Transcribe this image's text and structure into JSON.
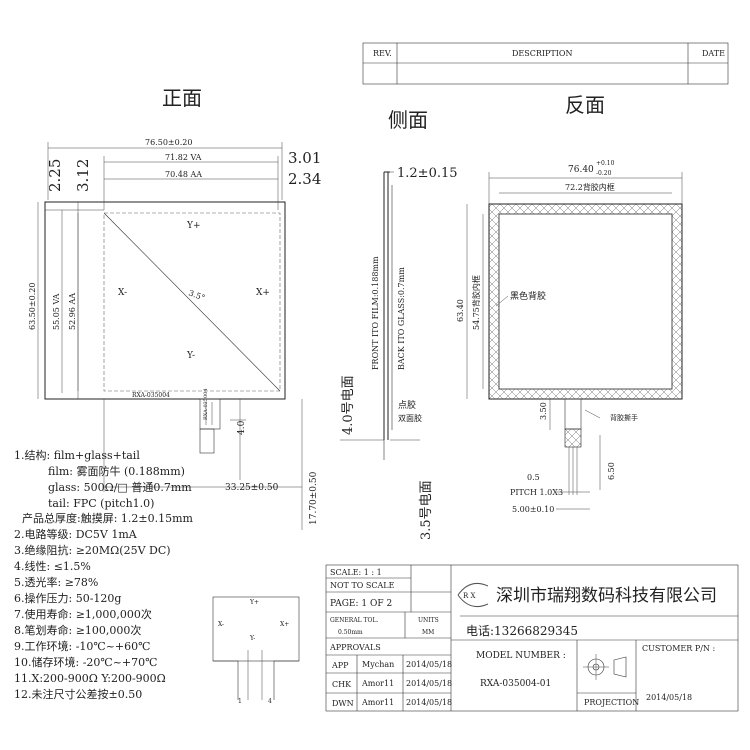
{
  "rev_block": {
    "rev": "REV.",
    "description": "DESCRIPTION",
    "date": "DATE"
  },
  "views": {
    "front": "正面",
    "side": "侧面",
    "back": "反面"
  },
  "front": {
    "dim_width": "76.50±0.20",
    "dim_va_width": "71.82 VA",
    "dim_aa_width": "70.48 AA",
    "dim_right_top": "3.01",
    "dim_right_bottom": "2.34",
    "dim_left_top": "2.25",
    "dim_left_bottom": "3.12",
    "dim_height": "63.50±0.20",
    "dim_va_height": "55.05 VA",
    "dim_aa_height": "52.96 AA",
    "label_y_plus": "Y+",
    "label_y_minus": "Y-",
    "label_x_minus": "X-",
    "label_x_plus": "X+",
    "label_diag": "3.5°",
    "model_tag": "RXA-035004",
    "fpc_tag": "RXA-035004",
    "dim_fpc_offset": "4.0",
    "dim_fpc_pos": "33.25±0.50",
    "dim_tail_len": "17.70±0.50"
  },
  "side": {
    "dim_thickness": "1.2±0.15",
    "front_to_film": "FRONT ITO FILM:0.188mm",
    "back_to_glass": "BACK ITO GLASS:0.7mm",
    "electrode_4": "4.0号电面",
    "electrode_35": "3.5号电面",
    "glue_point": "点胶",
    "double_tape": "双面胶"
  },
  "back": {
    "dim_width": "76.40",
    "tol_plus": "+0.10",
    "tol_minus": "-0.20",
    "dim_inner_width": "72.2背胶内框",
    "dim_height": "63.40",
    "dim_inner_height": "54.75背胶内框",
    "black_adhesive": "黑色背胶",
    "adhesive_tab": "背胶撕手",
    "dim_350": "3.50",
    "dim_650": "6.50",
    "dim_05": "0.5",
    "pitch": "PITCH 1.0X3",
    "dim_500": "5.00±0.10"
  },
  "specs": [
    "1.结构: film+glass+tail",
    "film: 雾面防牛 (0.188mm)",
    "glass: 500Ω/□ 普通0.7mm",
    "tail: FPC (pitch1.0)",
    "产品总厚度:触摸屏: 1.2±0.15mm",
    "2.电路等级: DC5V 1mA",
    "3.绝缘阻抗: ≥20MΩ(25V DC)",
    "4.线性: ≤1.5%",
    "5.透光率: ≥78%",
    "6.操作压力: 50-120g",
    "7.使用寿命: ≥1,000,000次",
    "8.笔划寿命: ≥100,000次",
    "9.工作环境: -10℃~+60℃",
    "10.储存环境: -20℃~+70℃",
    "11.X:200-900Ω Y:200-900Ω",
    "12.未注尺寸公差按±0.50"
  ],
  "mini": {
    "y_plus": "Y+",
    "y_minus": "Y-",
    "x_minus": "X-",
    "x_plus": "X+",
    "pin_left": "1",
    "pin_right": "4"
  },
  "title_block": {
    "scale": "SCALE: 1 : 1",
    "not_to_scale": "NOT TO SCALE",
    "page": "PAGE:  1 OF 2",
    "general_tol": "GENERAL TOL.",
    "general_tol_value": "0.50mm",
    "units": "UNITS",
    "units_value": "MM",
    "approvals": "APPROVALS",
    "app": "APP",
    "app_name": "Mychan",
    "app_date": "2014/05/18",
    "chk": "CHK",
    "chk_name": "Amor11",
    "chk_date": "2014/05/18",
    "dwn": "DWN",
    "dwn_name": "Amor11",
    "dwn_date": "2014/05/18",
    "logo_text": "R X",
    "company": "深圳市瑞翔数码科技有限公司",
    "phone": "电话:13266829345",
    "model_label": "MODEL NUMBER :",
    "model_value": "RXA-035004-01",
    "customer_label": "CUSTOMER P/N :",
    "projection": "PROJECTION",
    "customer_date": "2014/05/18"
  }
}
